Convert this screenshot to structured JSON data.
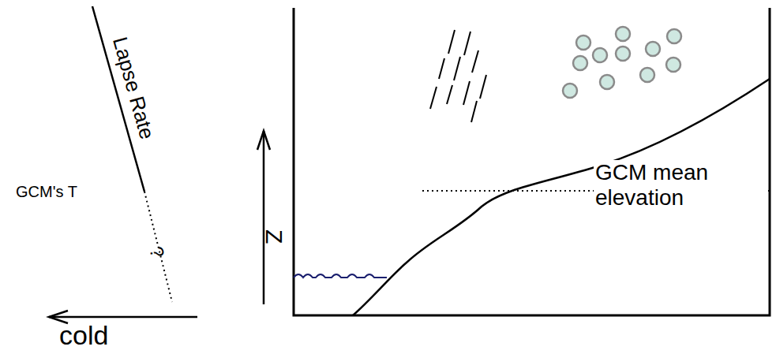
{
  "diagram": {
    "labels": [
      "Lapse Rate",
      "GCM's T",
      "?",
      "Z",
      "cold",
      "GCM mean elevation"
    ]
  }
}
